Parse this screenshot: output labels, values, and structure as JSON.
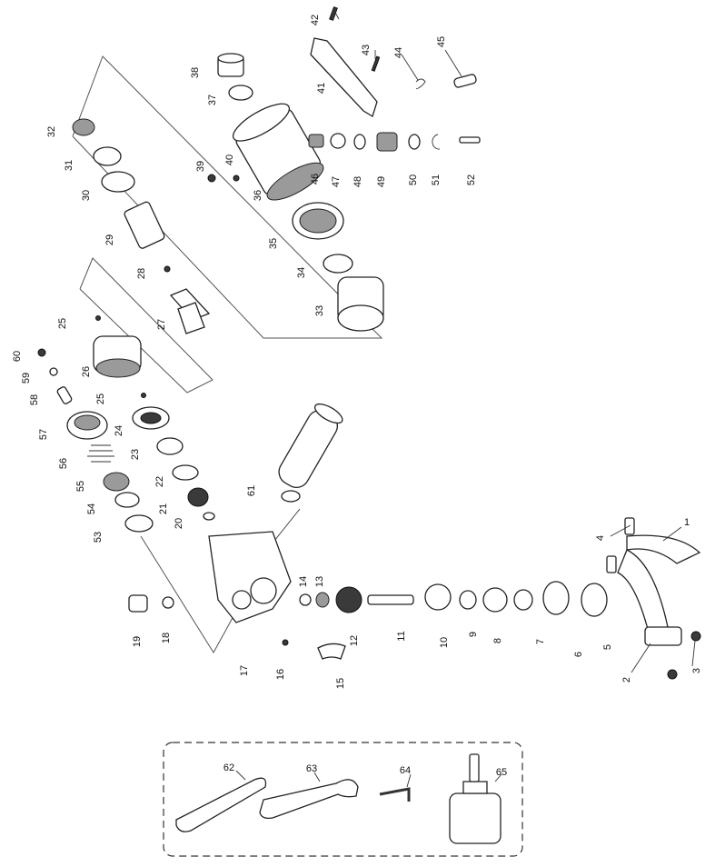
{
  "diagram": {
    "callouts": [
      {
        "id": "1",
        "label": "1"
      },
      {
        "id": "2",
        "label": "2"
      },
      {
        "id": "3",
        "label": "3"
      },
      {
        "id": "4",
        "label": "4"
      },
      {
        "id": "5",
        "label": "5"
      },
      {
        "id": "6",
        "label": "6"
      },
      {
        "id": "7",
        "label": "7"
      },
      {
        "id": "8",
        "label": "8"
      },
      {
        "id": "9",
        "label": "9"
      },
      {
        "id": "10",
        "label": "10"
      },
      {
        "id": "11",
        "label": "11"
      },
      {
        "id": "12",
        "label": "12"
      },
      {
        "id": "13",
        "label": "13"
      },
      {
        "id": "14",
        "label": "14"
      },
      {
        "id": "15",
        "label": "15"
      },
      {
        "id": "16",
        "label": "16"
      },
      {
        "id": "17",
        "label": "17"
      },
      {
        "id": "18",
        "label": "18"
      },
      {
        "id": "19",
        "label": "19"
      },
      {
        "id": "20",
        "label": "20"
      },
      {
        "id": "21",
        "label": "21"
      },
      {
        "id": "22",
        "label": "22"
      },
      {
        "id": "23",
        "label": "23"
      },
      {
        "id": "24",
        "label": "24"
      },
      {
        "id": "25a",
        "label": "25"
      },
      {
        "id": "25b",
        "label": "25"
      },
      {
        "id": "26",
        "label": "26"
      },
      {
        "id": "27",
        "label": "27"
      },
      {
        "id": "28",
        "label": "28"
      },
      {
        "id": "29",
        "label": "29"
      },
      {
        "id": "30",
        "label": "30"
      },
      {
        "id": "31",
        "label": "31"
      },
      {
        "id": "32",
        "label": "32"
      },
      {
        "id": "33",
        "label": "33"
      },
      {
        "id": "34",
        "label": "34"
      },
      {
        "id": "35",
        "label": "35"
      },
      {
        "id": "36",
        "label": "36"
      },
      {
        "id": "37",
        "label": "37"
      },
      {
        "id": "38",
        "label": "38"
      },
      {
        "id": "39",
        "label": "39"
      },
      {
        "id": "40",
        "label": "40"
      },
      {
        "id": "41",
        "label": "41"
      },
      {
        "id": "42",
        "label": "42"
      },
      {
        "id": "43",
        "label": "43"
      },
      {
        "id": "44",
        "label": "44"
      },
      {
        "id": "45",
        "label": "45"
      },
      {
        "id": "46",
        "label": "46"
      },
      {
        "id": "47",
        "label": "47"
      },
      {
        "id": "48",
        "label": "48"
      },
      {
        "id": "49",
        "label": "49"
      },
      {
        "id": "50",
        "label": "50"
      },
      {
        "id": "51",
        "label": "51"
      },
      {
        "id": "52",
        "label": "52"
      },
      {
        "id": "53",
        "label": "53"
      },
      {
        "id": "54",
        "label": "54"
      },
      {
        "id": "55",
        "label": "55"
      },
      {
        "id": "56",
        "label": "56"
      },
      {
        "id": "57",
        "label": "57"
      },
      {
        "id": "58",
        "label": "58"
      },
      {
        "id": "59",
        "label": "59"
      },
      {
        "id": "60",
        "label": "60"
      },
      {
        "id": "61",
        "label": "61"
      },
      {
        "id": "62",
        "label": "62"
      },
      {
        "id": "63",
        "label": "63"
      },
      {
        "id": "64",
        "label": "64"
      },
      {
        "id": "65",
        "label": "65"
      }
    ]
  }
}
